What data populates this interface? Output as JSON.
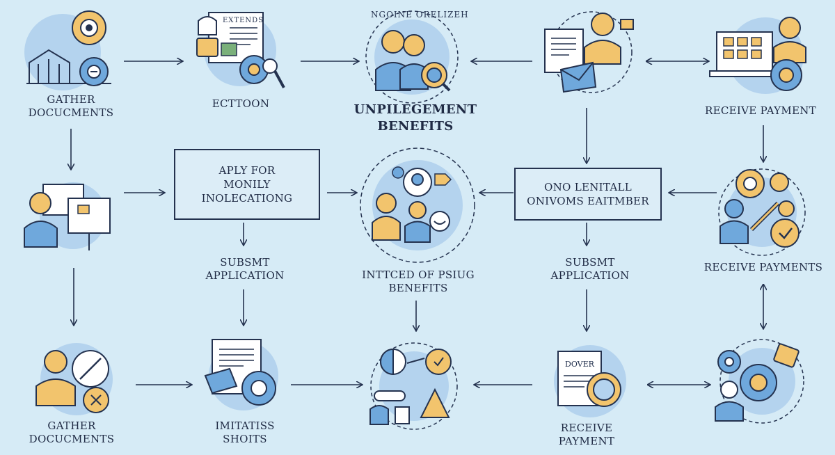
{
  "colors": {
    "background": "#d6ebf6",
    "circle": "#b4d3ee",
    "ink": "#24324f",
    "accent": "#f2c46d",
    "accent_dark": "#d9a441",
    "blue": "#6fa8dc",
    "paper": "#ffffff"
  },
  "nodes": {
    "gather_top": {
      "line1": "GATHER",
      "line2": "DOCUCMENTS",
      "icon": "chart-gear-icon"
    },
    "ecttoon": {
      "line1": "ECTTOON",
      "icon": "document-gear-icon",
      "doc_text": "EXTENDS"
    },
    "unpile": {
      "line1": "UNPILEGEMENT",
      "line2": "BENEFITS",
      "arc_text": "NGOINE ORELIZEH",
      "icon": "people-magnifier-icon"
    },
    "recv_top": {
      "line1": "RECEIVE PAYMENT",
      "icon": "laptop-person-gear-icon"
    },
    "apply_box": {
      "line1": "APLY FOR",
      "line2": "MONILY",
      "line3": "INOLECATIONG"
    },
    "onolen_box": {
      "line1": "ONO LENITALL",
      "line2": "ONIVOMS EAITMBER"
    },
    "submit_left": {
      "line1": "SUBSMT",
      "line2": "APPLICATION"
    },
    "submit_right": {
      "line1": "SUBSMT",
      "line2": "APPLICATION"
    },
    "intted": {
      "line1": "INTTCED OF PSIUG",
      "line2": "BENEFITS",
      "icon": "people-network-icon"
    },
    "recv_mid": {
      "line1": "RECEIVE PAYMENTS",
      "icon": "people-gears-icon"
    },
    "gather_bottom": {
      "line1": "GATHER",
      "line2": "DOCUCMENTS",
      "icon": "person-compass-gear-icon"
    },
    "imitatiss": {
      "line1": "IMITATISS",
      "line2": "SHOITS",
      "icon": "paper-gear-icon"
    },
    "recv_bottom": {
      "line1": "RECEIVE",
      "line2": "PAYMENT",
      "doc_text": "DOVER",
      "icon": "document-coin-icon"
    },
    "center_bottom": {
      "icon": "people-tools-icon"
    },
    "right_bottom": {
      "icon": "person-gears-lock-icon"
    },
    "left_mid": {
      "icon": "person-presentation-icon"
    },
    "right_top_doc": {
      "icon": "person-letter-icon"
    }
  }
}
